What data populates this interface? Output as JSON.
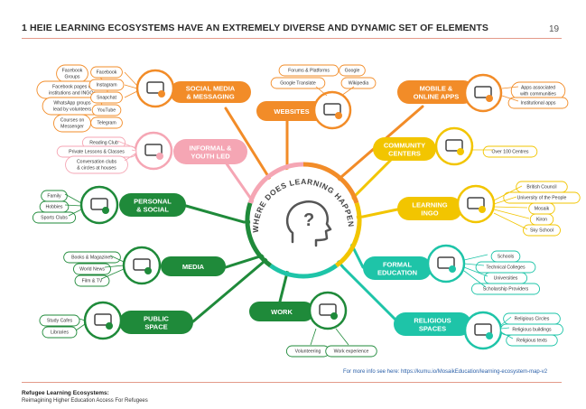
{
  "header": {
    "title": "1 HEIE LEARNING ECOSYSTEMS HAVE AN EXTREMELY DIVERSE AND DYNAMIC SET OF ELEMENTS",
    "page_number": "19"
  },
  "center": {
    "text": "WHERE DOES LEARNING HAPPEN?"
  },
  "categories": [
    {
      "id": "social",
      "title_lines": [
        "SOCIAL MEDIA",
        "& MESSAGING"
      ],
      "color": "#f28c28",
      "icon": "social-apps-icon"
    },
    {
      "id": "websites",
      "title_lines": [
        "WEBSITES"
      ],
      "color": "#f28c28",
      "icon": "website-screen-icon"
    },
    {
      "id": "mobile",
      "title_lines": [
        "MOBILE &",
        "ONLINE APPS"
      ],
      "color": "#f28c28",
      "icon": "mobile-app-icon"
    },
    {
      "id": "informal",
      "title_lines": [
        "INFORMAL &",
        "YOUTH LED"
      ],
      "color": "#f5a6b4",
      "icon": "informal-learning-icon"
    },
    {
      "id": "community",
      "title_lines": [
        "COMMUNITY",
        "CENTERS"
      ],
      "color": "#f2c500",
      "icon": "community-center-icon"
    },
    {
      "id": "personal",
      "title_lines": [
        "PERSONAL",
        "& SOCIAL"
      ],
      "color": "#1f8a3a",
      "icon": "family-icon"
    },
    {
      "id": "learning",
      "title_lines": [
        "LEARNING",
        "INGO"
      ],
      "color": "#f2c500",
      "icon": "globe-icon"
    },
    {
      "id": "media",
      "title_lines": [
        "MEDIA"
      ],
      "color": "#1f8a3a",
      "icon": "media-icon"
    },
    {
      "id": "formal",
      "title_lines": [
        "FORMAL",
        "EDUCATION"
      ],
      "color": "#1ec4a8",
      "icon": "school-icon"
    },
    {
      "id": "work",
      "title_lines": [
        "WORK"
      ],
      "color": "#1f8a3a",
      "icon": "briefcase-icon"
    },
    {
      "id": "public",
      "title_lines": [
        "PUBLIC",
        "SPACE"
      ],
      "color": "#1f8a3a",
      "icon": "park-bench-icon"
    },
    {
      "id": "religious",
      "title_lines": [
        "RELIGIOUS",
        "SPACES"
      ],
      "color": "#1ec4a8",
      "icon": "mosque-icon"
    }
  ],
  "subitems": {
    "social_left": [
      [
        "Facebook",
        "Groups"
      ],
      [
        "Facebook pages of",
        "institutions and INGOs"
      ],
      [
        "WhatsApp groups",
        "lead by volunteers"
      ],
      [
        "Courses on",
        "Messenger"
      ]
    ],
    "social": [
      "Facebook",
      "Instagram",
      "Snapchat",
      "YouTube",
      "Telegram"
    ],
    "websites": [
      "Forums & Platforms",
      "Google",
      "Google Translate",
      "Wikipedia"
    ],
    "mobile": [
      [
        "Apps associated",
        "with communities"
      ],
      [
        "Institutional apps"
      ]
    ],
    "informal": [
      [
        "Reading Club"
      ],
      [
        "Private Lessons & Classes"
      ],
      [
        "Conversation clubs",
        "& circles at houses"
      ]
    ],
    "community": [
      "Over 100 Centres"
    ],
    "personal": [
      "Family",
      "Hobbies",
      "Sports Clubs"
    ],
    "learning": [
      "British Council",
      "University of the People",
      "Mosaik",
      "Kiron",
      "Sky School"
    ],
    "media": [
      "Books & Magazines",
      "World News",
      "Film & TV"
    ],
    "formal": [
      "Schools",
      "Technical Colleges",
      "Universities",
      "Scholarship Providers"
    ],
    "work": [
      "Volunteering",
      "Work experience"
    ],
    "public": [
      "Study Cafes",
      "Libraries"
    ],
    "religious": [
      "Religious Circles",
      "Religious buildings",
      "Religious texts"
    ]
  },
  "more_info": "For more info see here: https://kumu.io/MosaikEducation/learning-ecosystem-map-v2",
  "footer": {
    "title": "Refugee Learning Ecosystems:",
    "subtitle": "Reimagining Higher Education Access For Refugees"
  }
}
